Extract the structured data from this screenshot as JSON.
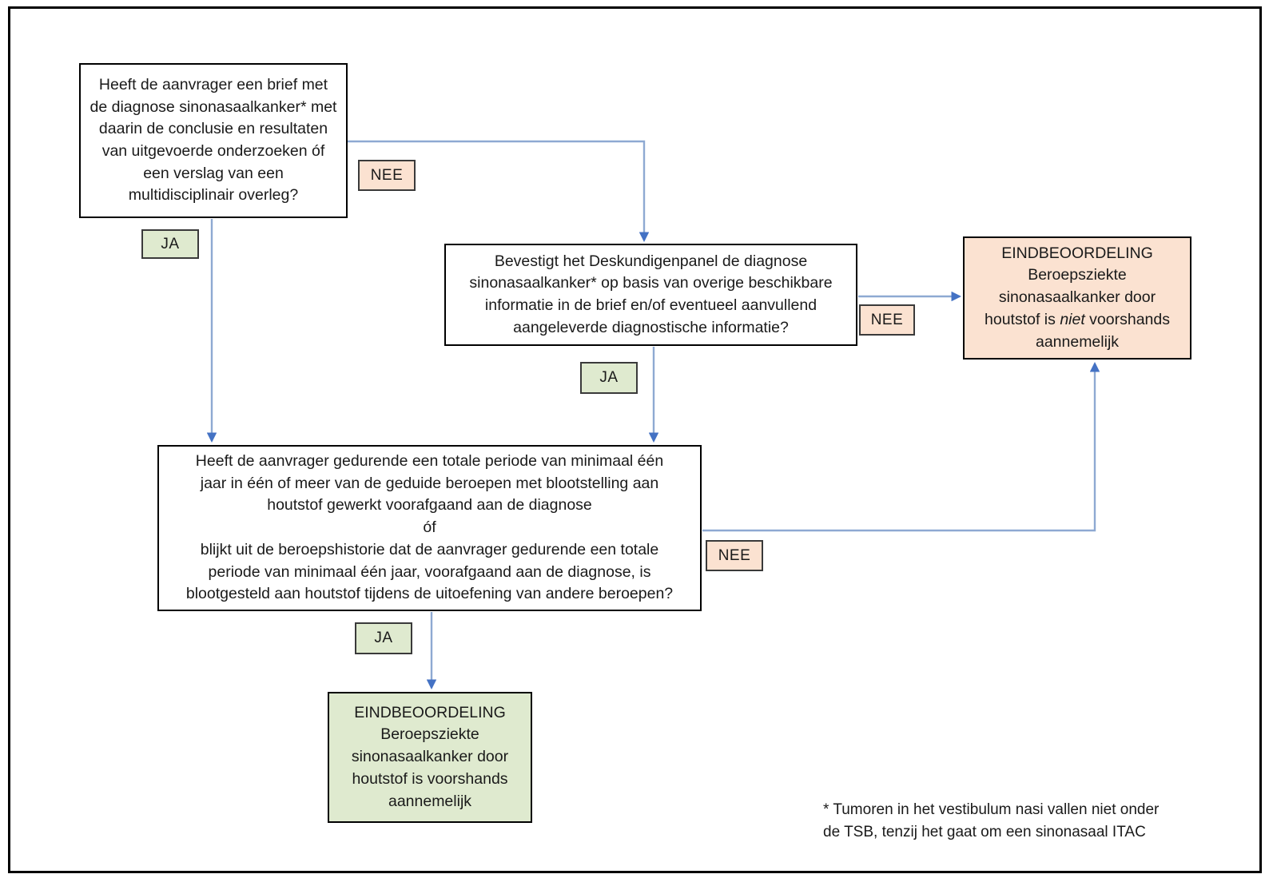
{
  "diagram": {
    "title_text_absent": "",
    "nodes": {
      "q1": {
        "id": "question-letter-diagnosis",
        "text": "Heeft de aanvrager een brief met de diagnose sinonasaalkanker* met daarin de conclusie en resultaten van uitgevoerde onderzoeken óf een verslag van een multidisciplinair overleg?",
        "type": "decision",
        "fill": "#ffffff"
      },
      "q2": {
        "id": "question-expert-panel",
        "text": "Bevestigt het Deskundigenpanel de diagnose sinonasaalkanker* op basis van overige beschikbare informatie in de brief en/of eventueel aanvullend aangeleverde diagnostische informatie?",
        "type": "decision",
        "fill": "#ffffff"
      },
      "q3": {
        "id": "question-exposure-history",
        "text": "Heeft de aanvrager gedurende een totale periode van minimaal één jaar in één of meer van de geduide beroepen met blootstelling aan houtstof gewerkt voorafgaand aan de diagnose\nóf\nblijkt uit de beroepshistorie dat de aanvrager gedurende een totale periode van minimaal één jaar, voorafgaand aan de diagnose, is blootgesteld aan houtstof tijdens de uitoefening van andere beroepen?",
        "type": "decision",
        "fill": "#ffffff",
        "lines": [
          "Heeft de aanvrager gedurende een totale periode van minimaal één",
          "jaar in één of meer van de geduide beroepen met blootstelling aan",
          "houtstof gewerkt voorafgaand aan de diagnose",
          "óf",
          "blijkt uit de beroepshistorie dat de aanvrager gedurende een totale",
          "periode van minimaal één jaar, voorafgaand aan de diagnose, is",
          "blootgesteld aan houtstof tijdens de uitoefening van andere beroepen?"
        ]
      },
      "outcome_negative": {
        "id": "outcome-not-plausible",
        "heading": "EINDBEOORDELING",
        "line2": "Beroepsziekte",
        "line3": "sinonasaalkanker door",
        "line4_pre": "houtstof is ",
        "line4_em": "niet",
        "line4_post": " voorshands",
        "line5": "aannemelijk",
        "type": "outcome",
        "fill": "#fbe2d1"
      },
      "outcome_positive": {
        "id": "outcome-plausible",
        "heading": "EINDBEOORDELING",
        "line2": "Beroepsziekte",
        "line3": "sinonasaalkanker door",
        "line4": "houtstof is voorshands",
        "line5": "aannemelijk",
        "type": "outcome",
        "fill": "#dfeacf"
      }
    },
    "edge_labels": {
      "q1_no": "NEE",
      "q1_yes": "JA",
      "q2_no": "NEE",
      "q2_yes": "JA",
      "q3_no": "NEE",
      "q3_yes": "JA"
    },
    "footnote": "* Tumoren in het vestibulum nasi vallen niet onder de TSB, tenzij het gaat om een sinonasaal ITAC",
    "footnote_lines": [
      "* Tumoren in het vestibulum nasi vallen niet onder",
      "de TSB, tenzij het gaat om een sinonasaal ITAC"
    ],
    "colors": {
      "connector": "#8EA9D2",
      "arrowhead": "#4472C4",
      "node_border": "#000000",
      "badge_border": "#3A3A3A",
      "fill_negative": "#FBE2D1",
      "fill_positive": "#DFEACF",
      "frame": "#000000",
      "text": "#1A1A1A"
    }
  }
}
